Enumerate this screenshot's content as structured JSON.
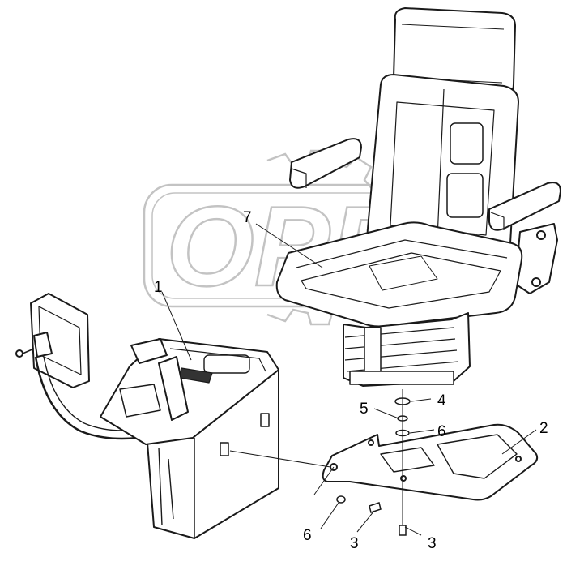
{
  "watermark": {
    "text": "OPEX",
    "color": "#bdbdbd"
  },
  "line_color": "#1a1a1a",
  "callouts": [
    {
      "id": "c1",
      "label": "1"
    },
    {
      "id": "c2",
      "label": "2"
    },
    {
      "id": "c3a",
      "label": "3"
    },
    {
      "id": "c3b",
      "label": "3"
    },
    {
      "id": "c4",
      "label": "4"
    },
    {
      "id": "c5",
      "label": "5"
    },
    {
      "id": "c6a",
      "label": "6"
    },
    {
      "id": "c6b",
      "label": "6"
    },
    {
      "id": "c7",
      "label": "7"
    }
  ]
}
